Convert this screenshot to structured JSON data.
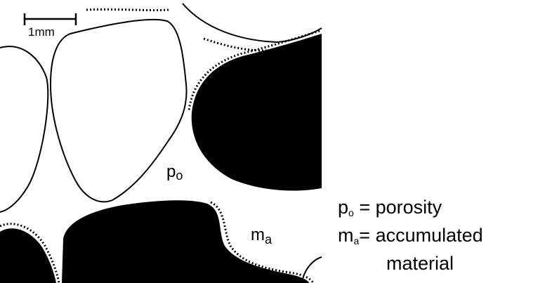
{
  "diagram": {
    "scale_bar_label": "1mm",
    "label_porosity": {
      "symbol": "p",
      "subscript": "o"
    },
    "label_accumulated": {
      "symbol": "m",
      "subscript": "a"
    }
  },
  "legend": {
    "line1": {
      "symbol": "p",
      "subscript": "o",
      "text": "= porosity"
    },
    "line2": {
      "symbol": "m",
      "subscript": "a",
      "text": "= accumulated"
    },
    "line3": {
      "text": "material"
    }
  },
  "colors": {
    "grain_fill": "#000000",
    "background": "#ffffff",
    "outline": "#000000"
  }
}
